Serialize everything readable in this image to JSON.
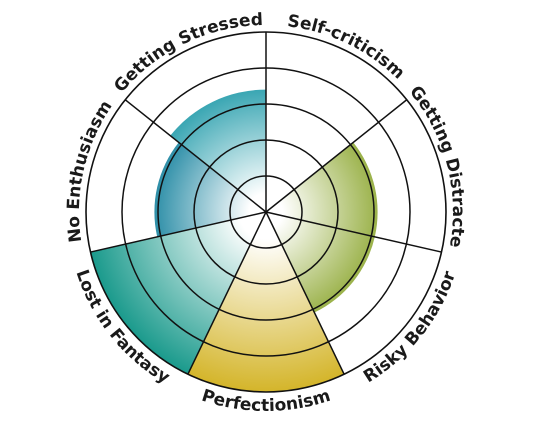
{
  "chart_data": {
    "type": "radial-bar",
    "title": "",
    "max_value": 5,
    "segments": [
      {
        "label": "Self-criticism",
        "value": 0
      },
      {
        "label": "Getting Distracted",
        "value": 3.1,
        "color": "#9bb24a"
      },
      {
        "label": "Risky Behavior",
        "value": 3.1,
        "color": "#9bb24a"
      },
      {
        "label": "Perfectionism",
        "value": 5,
        "color": "#d4b52a"
      },
      {
        "label": "Lost in Fantasy",
        "value": 5,
        "color": "#1a9a8c"
      },
      {
        "label": "No Enthusiasm",
        "value": 3.1,
        "color": "#2e8fa8"
      },
      {
        "label": "Getting Stressed",
        "value": 3.4,
        "color": "#3aa6b3"
      }
    ],
    "rings": [
      1,
      2,
      3,
      4,
      5
    ]
  }
}
